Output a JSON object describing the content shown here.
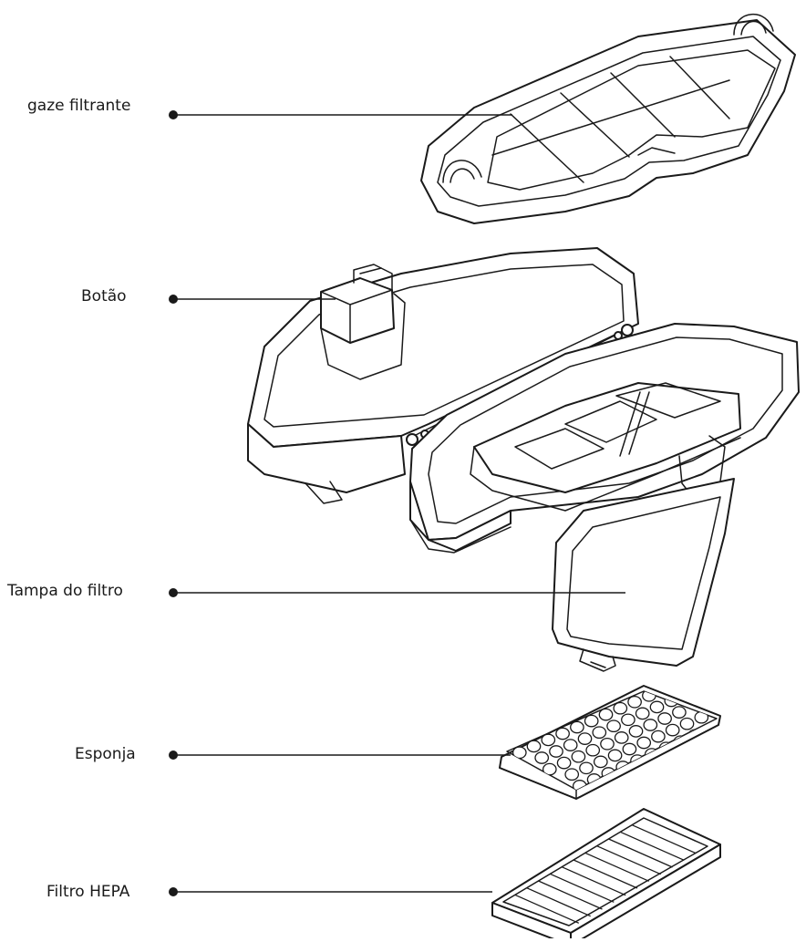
{
  "labels": {
    "gaze_filtrante": "gaze filtrante",
    "botao": "Botão",
    "tampa_do_filtro": "Tampa do filtro",
    "esponja": "Esponja",
    "filtro_hepa": "Filtro HEPA"
  }
}
